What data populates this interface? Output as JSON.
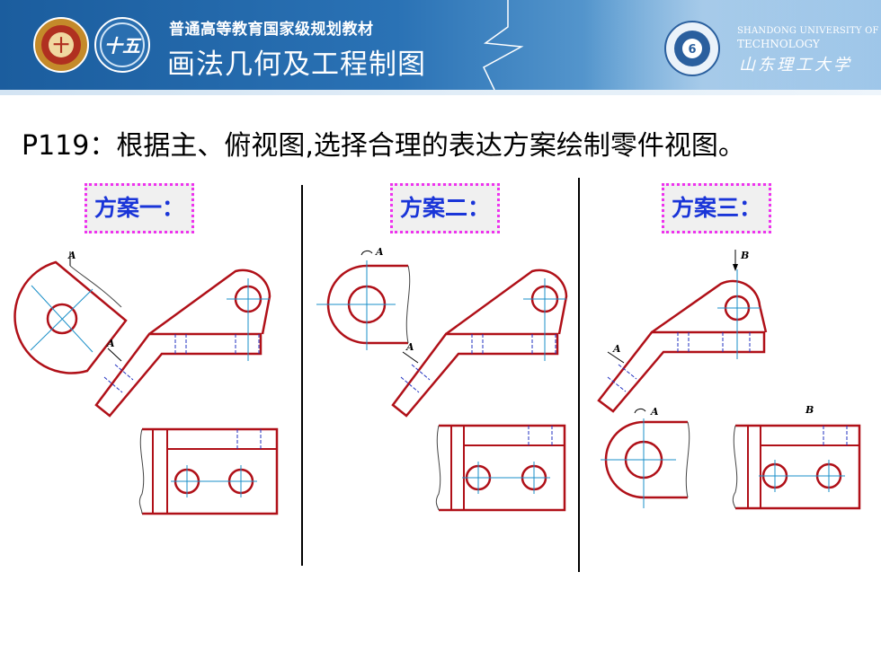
{
  "header": {
    "series_text": "普通高等教育国家级规划教材",
    "book_title": "画法几何及工程制图",
    "university_en_line1": "SHANDONG UNIVERSITY OF",
    "university_en_line2": "TECHNOLOGY",
    "university_cn": "山东理工大学",
    "logo_1": "badge-logo",
    "logo_2": "five-year-plan-logo",
    "logo_3": "university-emblem"
  },
  "title": "P119：根据主、俯视图,选择合理的表达方案绘制零件视图。",
  "schemes": [
    {
      "label": "方案一：",
      "view_labels": [
        "A",
        "A"
      ]
    },
    {
      "label": "方案二：",
      "view_labels": [
        "A",
        "A"
      ]
    },
    {
      "label": "方案三：",
      "view_labels": [
        "B",
        "A",
        "A",
        "B"
      ]
    }
  ],
  "colors": {
    "outline": "#b01018",
    "center_line": "#1a8fc8",
    "hidden_line": "#2030c0",
    "scheme_text": "#1a35d8",
    "scheme_border": "#ee33ee",
    "banner": "#2a72b5"
  }
}
